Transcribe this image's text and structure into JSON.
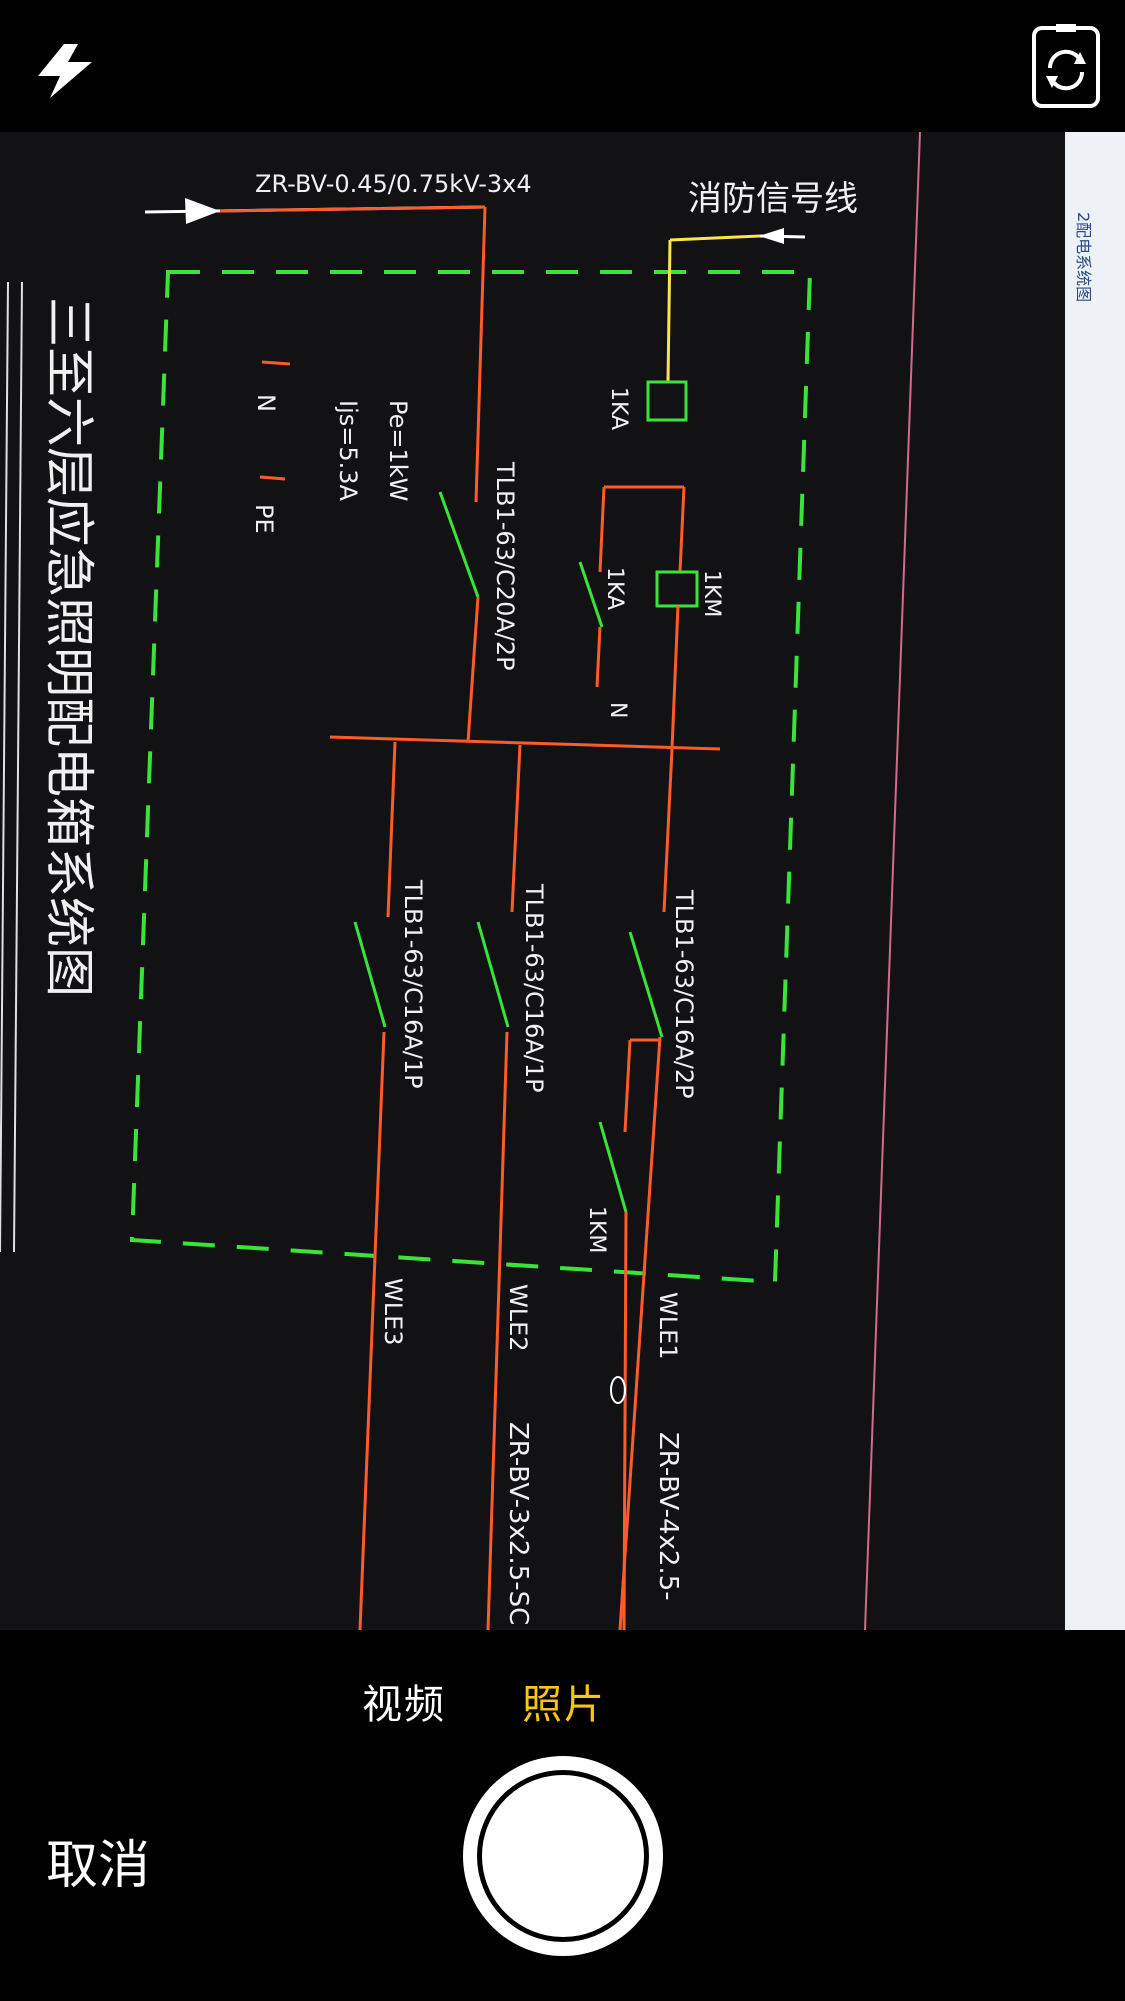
{
  "camera": {
    "modes": [
      {
        "label": "视频",
        "selected": false
      },
      {
        "label": "照片",
        "selected": true
      }
    ],
    "cancel_label": "取消",
    "accent_color": "#f5c518"
  },
  "icons": {
    "flash": "flash-icon",
    "flip": "camera-flip-icon"
  },
  "drawing": {
    "title": "三至六层应急照明配电箱系统图",
    "incoming_cable": "ZR-BV-0.45/0.75kV-3x4",
    "fire_signal": "消防信号线",
    "relay_label": "1KA",
    "relay_contact_label": "1KA",
    "contactor_label": "1KM",
    "contactor_contact_label": "1KM",
    "n_label": "N",
    "legend_n": "N",
    "legend_pe": "PE",
    "pe": "Pe=1kW",
    "ijs": "Ijs=5.3A",
    "main_breaker": "TLB1-63/C20A/2P",
    "breakers": [
      {
        "label": "TLB1-63/C16A/2P",
        "circuit": "WLE1",
        "cable": "ZR-BV-4x2.5-"
      },
      {
        "label": "TLB1-63/C16A/1P",
        "circuit": "WLE2",
        "cable": "ZR-BV-3x2.5-SC"
      },
      {
        "label": "TLB1-63/C16A/1P",
        "circuit": "WLE3",
        "cable": ""
      }
    ],
    "side_panel": [
      "2配电系统图"
    ]
  }
}
